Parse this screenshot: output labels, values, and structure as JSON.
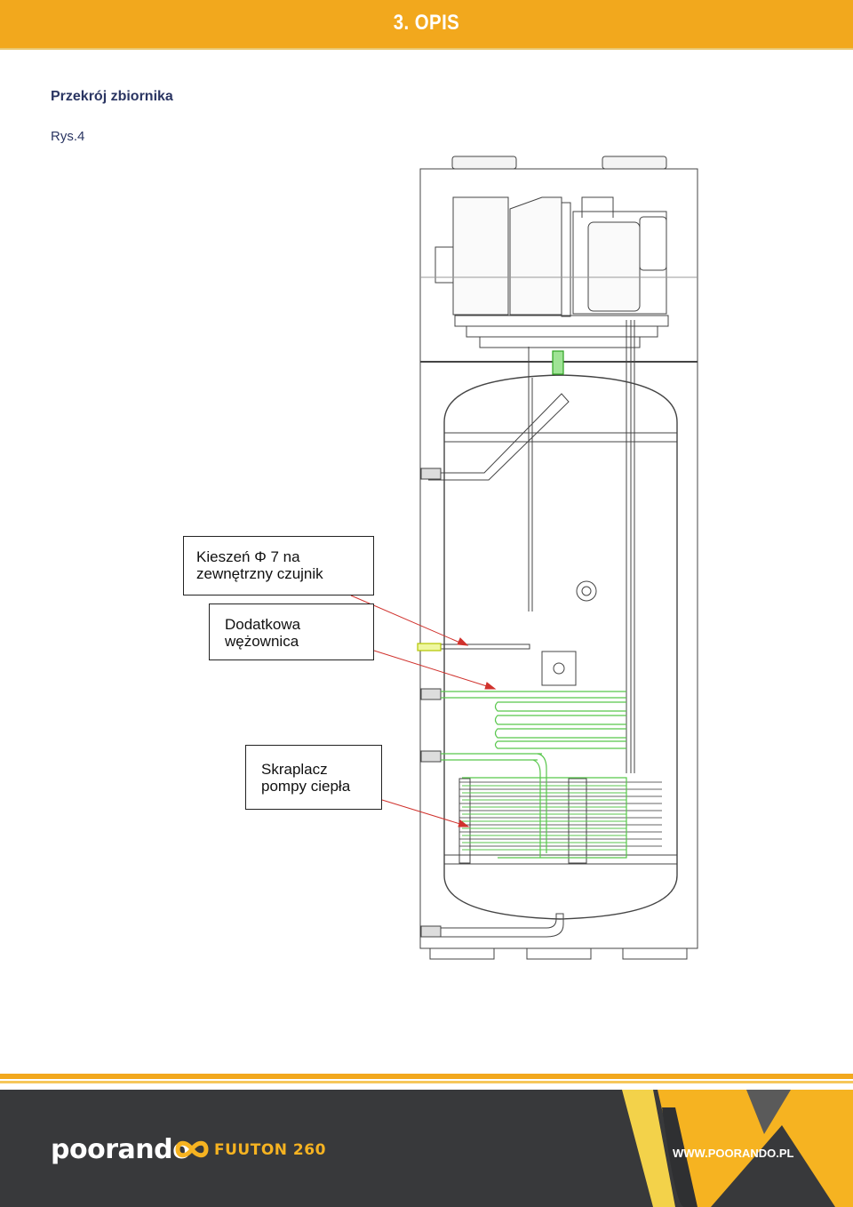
{
  "header": {
    "title": "3. OPIS"
  },
  "section": {
    "heading": "Przekrój zbiornika",
    "figure_label": "Rys.4"
  },
  "callouts": {
    "sensor_pocket": [
      "Kieszeń Φ 7 na",
      "zewnętrzny czujnik"
    ],
    "extra_coil": [
      "Dodatkowa",
      "wężownica"
    ],
    "condenser": [
      "Skraplacz",
      "pompy ciepła"
    ]
  },
  "footer": {
    "brand": "poorando",
    "product": "FUUTON 260",
    "website": "WWW.POORANDO.PL"
  },
  "colors": {
    "accent": "#f2a81d",
    "heading": "#2a3562",
    "footer_bg": "#38393b",
    "coil": "#57c64b",
    "arrow": "#d0322d"
  }
}
